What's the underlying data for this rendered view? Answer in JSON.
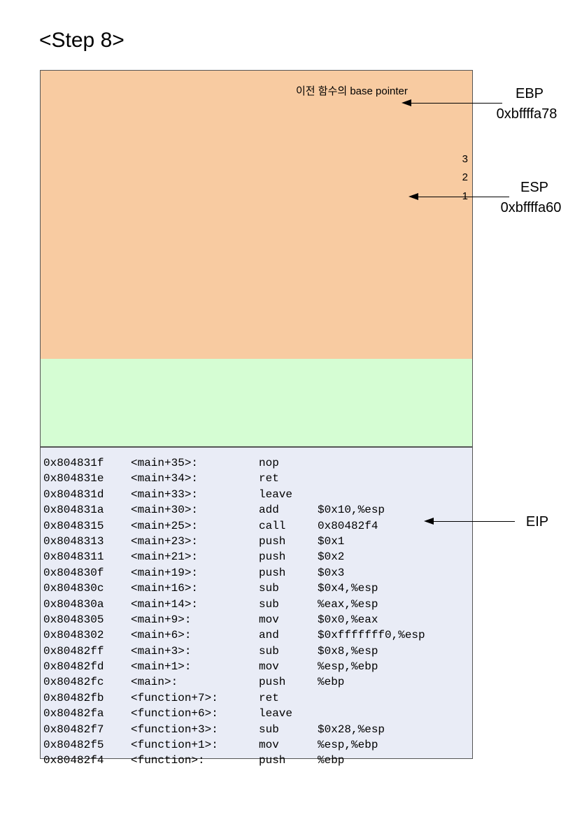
{
  "title": "<Step 8>",
  "stack": {
    "saved_ebp_label": "이전 함수의 base pointer",
    "pushed_values": [
      "3",
      "2",
      "1"
    ]
  },
  "registers": {
    "ebp": {
      "name": "EBP",
      "value": "0xbffffa78"
    },
    "esp": {
      "name": "ESP",
      "value": "0xbffffa60"
    },
    "eip": {
      "name": "EIP"
    }
  },
  "code": [
    {
      "addr": "0x804831f",
      "sym": "<main+35>:",
      "op": "nop",
      "arg": ""
    },
    {
      "addr": "0x804831e",
      "sym": "<main+34>:",
      "op": "ret",
      "arg": ""
    },
    {
      "addr": "0x804831d",
      "sym": "<main+33>:",
      "op": "leave",
      "arg": ""
    },
    {
      "addr": "0x804831a",
      "sym": "<main+30>:",
      "op": "add",
      "arg": "$0x10,%esp"
    },
    {
      "addr": "0x8048315",
      "sym": "<main+25>:",
      "op": "call",
      "arg": "0x80482f4"
    },
    {
      "addr": "0x8048313",
      "sym": "<main+23>:",
      "op": "push",
      "arg": "$0x1"
    },
    {
      "addr": "0x8048311",
      "sym": "<main+21>:",
      "op": "push",
      "arg": "$0x2"
    },
    {
      "addr": "0x804830f",
      "sym": "<main+19>:",
      "op": "push",
      "arg": "$0x3"
    },
    {
      "addr": "0x804830c",
      "sym": "<main+16>:",
      "op": "sub",
      "arg": "$0x4,%esp"
    },
    {
      "addr": "0x804830a",
      "sym": "<main+14>:",
      "op": "sub",
      "arg": "%eax,%esp"
    },
    {
      "addr": "0x8048305",
      "sym": "<main+9>:",
      "op": "mov",
      "arg": "$0x0,%eax"
    },
    {
      "addr": "0x8048302",
      "sym": "<main+6>:",
      "op": "and",
      "arg": "$0xfffffff0,%esp"
    },
    {
      "addr": "0x80482ff",
      "sym": "<main+3>:",
      "op": "sub",
      "arg": "$0x8,%esp"
    },
    {
      "addr": "0x80482fd",
      "sym": "<main+1>:",
      "op": "mov",
      "arg": "%esp,%ebp"
    },
    {
      "addr": "0x80482fc",
      "sym": "<main>:",
      "op": "push",
      "arg": "%ebp"
    },
    {
      "addr": "0x80482fb",
      "sym": "<function+7>:",
      "op": "ret",
      "arg": ""
    },
    {
      "addr": "0x80482fa",
      "sym": "<function+6>:",
      "op": "leave",
      "arg": ""
    },
    {
      "addr": "0x80482f7",
      "sym": "<function+3>:",
      "op": "sub",
      "arg": "$0x28,%esp"
    },
    {
      "addr": "0x80482f5",
      "sym": "<function+1>:",
      "op": "mov",
      "arg": "%esp,%ebp"
    },
    {
      "addr": "0x80482f4",
      "sym": "<function>:",
      "op": "push",
      "arg": "%ebp"
    }
  ]
}
